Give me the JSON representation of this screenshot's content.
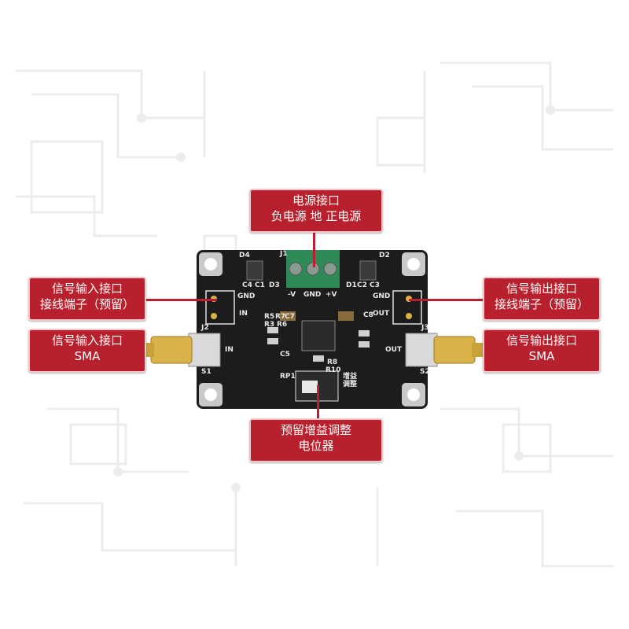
{
  "callouts": {
    "power": {
      "line1": "电源接口",
      "line2": "负电源  地  正电源"
    },
    "in_terminal": {
      "line1": "信号输入接口",
      "line2": "接线端子（预留）"
    },
    "out_terminal": {
      "line1": "信号输出接口",
      "line2": "接线端子（预留）"
    },
    "in_sma": {
      "line1": "信号输入接口",
      "line2": "SMA"
    },
    "out_sma": {
      "line1": "信号输出接口",
      "line2": "SMA"
    },
    "pot": {
      "line1": "预留增益调整",
      "line2": "电位器"
    }
  },
  "pcb": {
    "gnd_left": "GND",
    "in_left": "IN",
    "in_sma": "IN",
    "gnd_right": "GND",
    "out_right": "OUT",
    "out_sma": "OUT",
    "j1": "J1",
    "j2": "J2",
    "j3": "J3",
    "s1": "S1",
    "s2": "S2",
    "d1": "D1",
    "d2": "D2",
    "d3": "D3",
    "d4": "D4",
    "c1": "C1",
    "c2": "C2",
    "c3": "C3",
    "c4": "C4",
    "c5": "C5",
    "c7": "C7",
    "c8": "C8",
    "r3": "R3",
    "r5": "R5",
    "r6": "R6",
    "r7": "R7",
    "r8": "R8",
    "r10": "R10",
    "rp1": "RP1",
    "neg_v": "-V",
    "gnd_mid": "GND",
    "pos_v": "+V",
    "gain_adjust": "增益调整"
  },
  "colors": {
    "callout": "#b8202d",
    "pcb": "#1c1c1c",
    "terminal": "#2e8b57"
  }
}
